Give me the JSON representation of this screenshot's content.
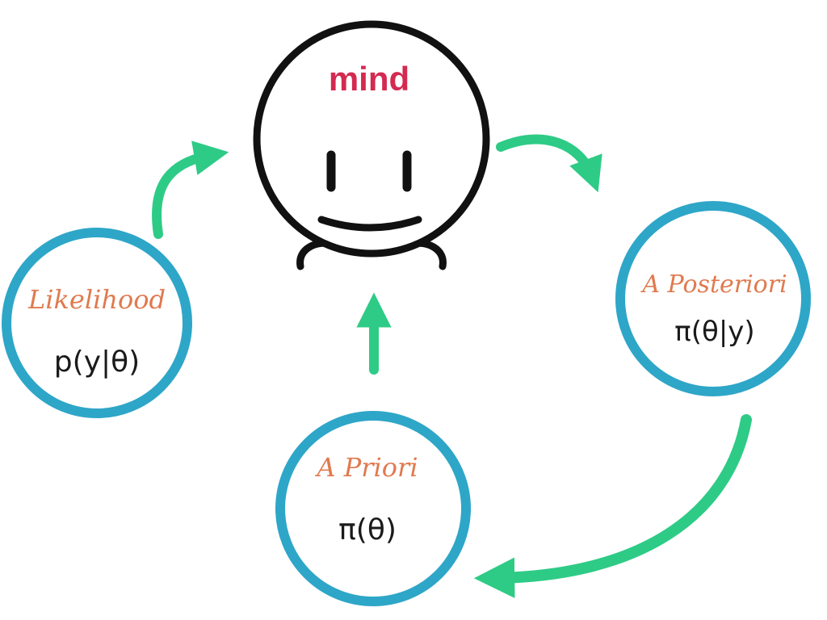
{
  "mind": {
    "label": "mind"
  },
  "nodes": {
    "likelihood": {
      "title": "Likelihood",
      "formula": "p(y|θ)"
    },
    "posterior": {
      "title": "A Posteriori",
      "formula": "π(θ|y)"
    },
    "prior": {
      "title": "A Priori",
      "formula": "π(θ)"
    }
  },
  "colors": {
    "node_ring": "#2ea6c8",
    "arrow": "#2ecb86",
    "head_outline": "#111111",
    "mind_text": "#d42a50",
    "node_title": "#e07a4f",
    "formula_text": "#1a1a1a"
  },
  "icons": {
    "head": "smiling-face-icon"
  }
}
